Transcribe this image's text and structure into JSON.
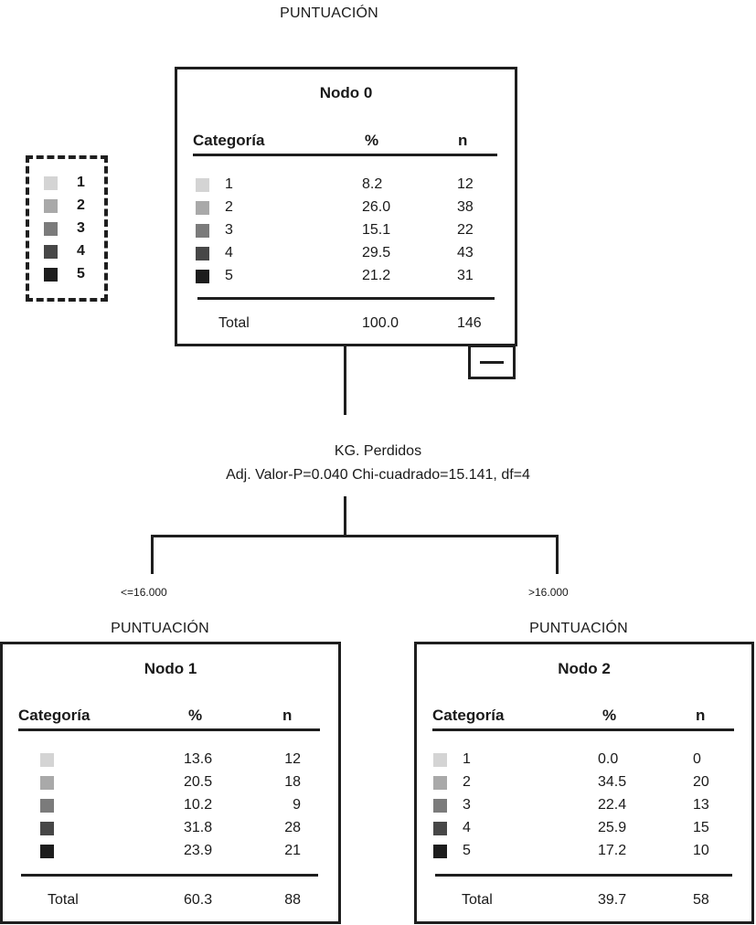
{
  "dependent_variable": "PUNTUACIÓN",
  "colors": {
    "cat1": "#d4d4d4",
    "cat2": "#a9a9a9",
    "cat3": "#7b7b7b",
    "cat4": "#474747",
    "cat5": "#1d1d1d"
  },
  "legend": {
    "items": [
      "1",
      "2",
      "3",
      "4",
      "5"
    ]
  },
  "headers": {
    "category": "Categoría",
    "percent": "%",
    "n": "n"
  },
  "total_label": "Total",
  "collapse_icon": "minus-icon",
  "nodes": [
    {
      "title": "Nodo 0",
      "rows": [
        {
          "cat": "1",
          "pct": "8.2",
          "n": "12"
        },
        {
          "cat": "2",
          "pct": "26.0",
          "n": "38"
        },
        {
          "cat": "3",
          "pct": "15.1",
          "n": "22"
        },
        {
          "cat": "4",
          "pct": "29.5",
          "n": "43"
        },
        {
          "cat": "5",
          "pct": "21.2",
          "n": "31"
        }
      ],
      "total": {
        "pct": "100.0",
        "n": "146"
      }
    },
    {
      "title": "Nodo 1",
      "rows": [
        {
          "cat": "",
          "pct": "13.6",
          "n": "12"
        },
        {
          "cat": "",
          "pct": "20.5",
          "n": "18"
        },
        {
          "cat": "",
          "pct": "10.2",
          "n": "9"
        },
        {
          "cat": "",
          "pct": "31.8",
          "n": "28"
        },
        {
          "cat": "",
          "pct": "23.9",
          "n": "21"
        }
      ],
      "total": {
        "pct": "60.3",
        "n": "88"
      }
    },
    {
      "title": "Nodo 2",
      "rows": [
        {
          "cat": "1",
          "pct": "0.0",
          "n": "0"
        },
        {
          "cat": "2",
          "pct": "34.5",
          "n": "20"
        },
        {
          "cat": "3",
          "pct": "22.4",
          "n": "13"
        },
        {
          "cat": "4",
          "pct": "25.9",
          "n": "15"
        },
        {
          "cat": "5",
          "pct": "17.2",
          "n": "10"
        }
      ],
      "total": {
        "pct": "39.7",
        "n": "58"
      }
    }
  ],
  "split": {
    "variable": "KG. Perdidos",
    "stats": "Adj. Valor-P=0.040  Chi-cuadrado=15.141, df=4"
  },
  "branches": {
    "left": "<=16.000",
    "right": ">16.000"
  }
}
